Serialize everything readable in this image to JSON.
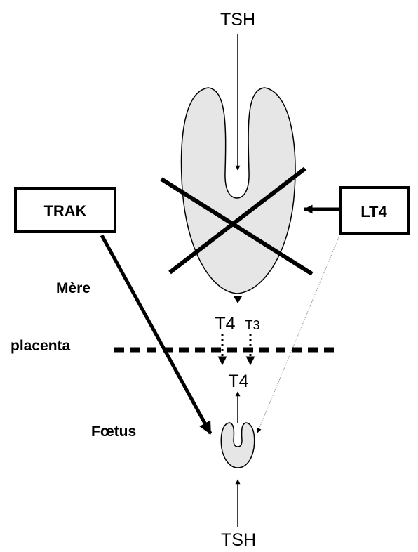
{
  "diagram": {
    "labels": {
      "tsh_top": "TSH",
      "tsh_bottom": "TSH",
      "trak": "TRAK",
      "lt4": "LT4",
      "mere": "Mère",
      "placenta": "placenta",
      "foetus": "Fœtus",
      "t4_maternal": "T4",
      "t3_maternal": "T3",
      "t4_fetal": "T4"
    },
    "colors": {
      "gland_fill": "#e6e6e6",
      "stroke": "#000000",
      "lt4_to_fetus_line": "#999999"
    }
  }
}
